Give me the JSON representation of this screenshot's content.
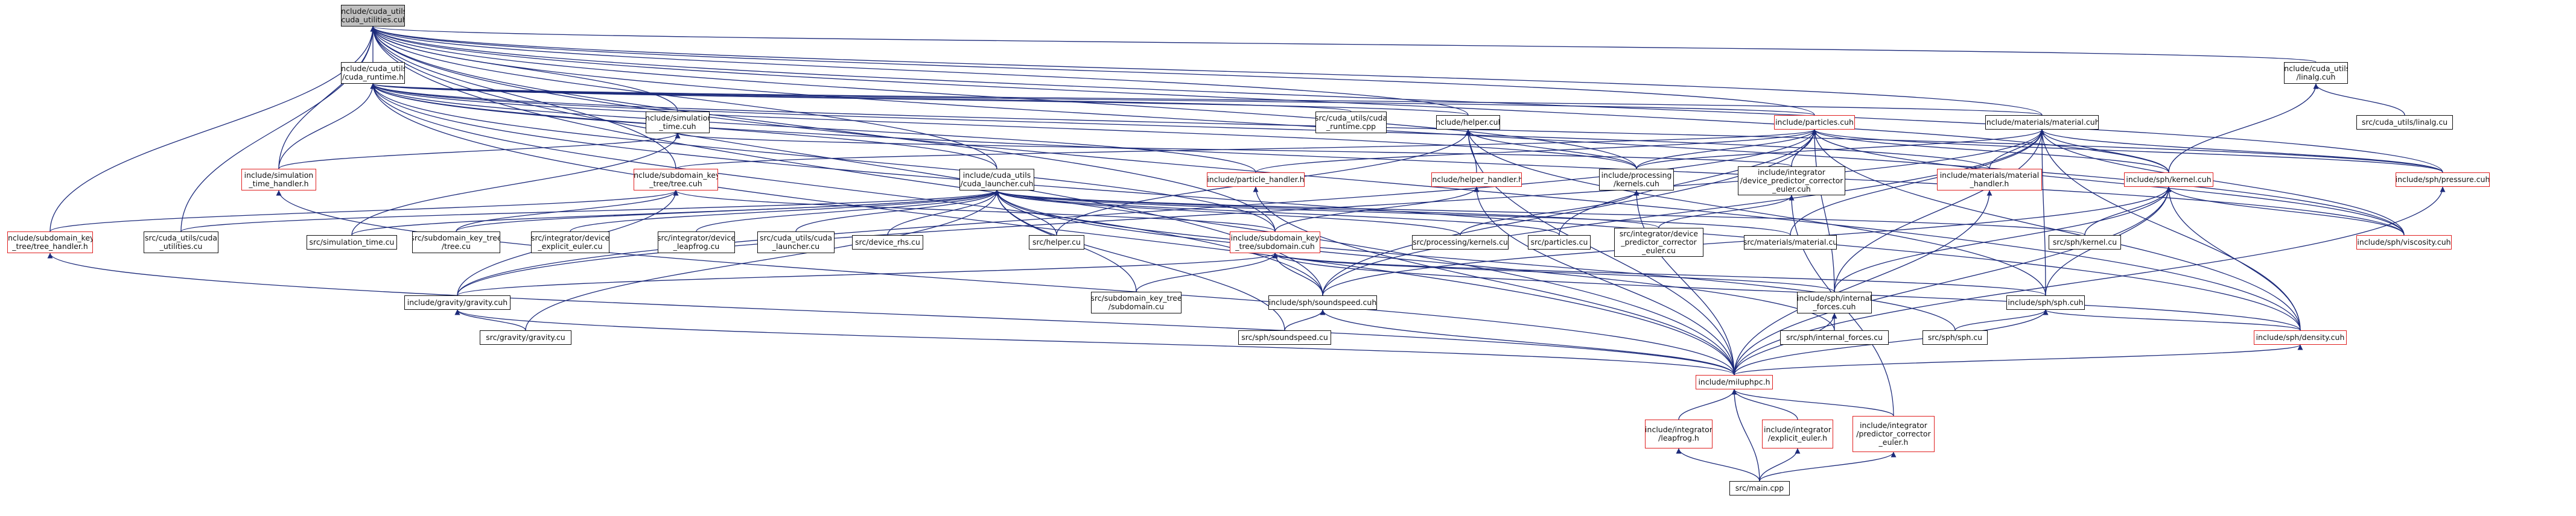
{
  "graph": {
    "edge_color": "#1c2a7a",
    "missing_node_border": "#e02020",
    "root_fill": "#bfbfbf",
    "nodes": [
      {
        "id": "root",
        "label": "include/cuda_utils\n/cuda_utilities.cuh",
        "missing": false,
        "root": true
      },
      {
        "id": "cuda_runtime",
        "label": "include/cuda_utils\n/cuda_runtime.h",
        "missing": false
      },
      {
        "id": "linalg",
        "label": "include/cuda_utils\n/linalg.cuh",
        "missing": false
      },
      {
        "id": "sim_time",
        "label": "include/simulation\n_time.cuh",
        "missing": false
      },
      {
        "id": "cuda_runtime_cpp",
        "label": "src/cuda_utils/cuda\n_runtime.cpp",
        "missing": false
      },
      {
        "id": "helper_cuh",
        "label": "include/helper.cuh",
        "missing": false
      },
      {
        "id": "particles_cuh",
        "label": "include/particles.cuh",
        "missing": true
      },
      {
        "id": "material_cuh",
        "label": "include/materials/material.cuh",
        "missing": false
      },
      {
        "id": "linalg_cu",
        "label": "src/cuda_utils/linalg.cu",
        "missing": false
      },
      {
        "id": "sim_time_handler",
        "label": "include/simulation\n_time_handler.h",
        "missing": true
      },
      {
        "id": "tree_cuh",
        "label": "include/subdomain_key\n_tree/tree.cuh",
        "missing": true
      },
      {
        "id": "cuda_launcher",
        "label": "include/cuda_utils\n/cuda_launcher.cuh",
        "missing": false
      },
      {
        "id": "particle_handler",
        "label": "include/particle_handler.h",
        "missing": true
      },
      {
        "id": "helper_handler",
        "label": "include/helper_handler.h",
        "missing": true
      },
      {
        "id": "kernels_cuh",
        "label": "include/processing\n/kernels.cuh",
        "missing": false
      },
      {
        "id": "dpc_euler",
        "label": "include/integrator\n/device_predictor_corrector\n_euler.cuh",
        "missing": false
      },
      {
        "id": "material_handler",
        "label": "include/materials/material\n_handler.h",
        "missing": true
      },
      {
        "id": "kernel_cuh",
        "label": "include/sph/kernel.cuh",
        "missing": true
      },
      {
        "id": "pressure_cuh",
        "label": "include/sph/pressure.cuh",
        "missing": true
      },
      {
        "id": "tree_handler",
        "label": "include/subdomain_key\n_tree/tree_handler.h",
        "missing": true
      },
      {
        "id": "cuda_utilities_cu",
        "label": "src/cuda_utils/cuda\n_utilities.cu",
        "missing": false
      },
      {
        "id": "simulation_time_cu",
        "label": "src/simulation_time.cu",
        "missing": false
      },
      {
        "id": "tree_cu",
        "label": "src/subdomain_key_tree\n/tree.cu",
        "missing": false
      },
      {
        "id": "explicit_euler_cu",
        "label": "src/integrator/device\n_explicit_euler.cu",
        "missing": false
      },
      {
        "id": "leapfrog_cu",
        "label": "src/integrator/device\n_leapfrog.cu",
        "missing": false
      },
      {
        "id": "cuda_launcher_cu",
        "label": "src/cuda_utils/cuda\n_launcher.cu",
        "missing": false
      },
      {
        "id": "device_rhs_cu",
        "label": "src/device_rhs.cu",
        "missing": false
      },
      {
        "id": "helper_cu",
        "label": "src/helper.cu",
        "missing": false
      },
      {
        "id": "subdomain_cuh",
        "label": "include/subdomain_key\n_tree/subdomain.cuh",
        "missing": true
      },
      {
        "id": "kernels_cu",
        "label": "src/processing/kernels.cu",
        "missing": false
      },
      {
        "id": "particles_cu",
        "label": "src/particles.cu",
        "missing": false
      },
      {
        "id": "dpc_euler_cu",
        "label": "src/integrator/device\n_predictor_corrector\n_euler.cu",
        "missing": false
      },
      {
        "id": "material_cu",
        "label": "src/materials/material.cu",
        "missing": false
      },
      {
        "id": "kernel_cu",
        "label": "src/sph/kernel.cu",
        "missing": false
      },
      {
        "id": "viscosity_cuh",
        "label": "include/sph/viscosity.cuh",
        "missing": true
      },
      {
        "id": "gravity_cuh",
        "label": "include/gravity/gravity.cuh",
        "missing": false
      },
      {
        "id": "subdomain_cu",
        "label": "src/subdomain_key_tree\n/subdomain.cu",
        "missing": false
      },
      {
        "id": "soundspeed_cuh",
        "label": "include/sph/soundspeed.cuh",
        "missing": false
      },
      {
        "id": "internal_forces_cuh",
        "label": "include/sph/internal\n_forces.cuh",
        "missing": false
      },
      {
        "id": "sph_cuh",
        "label": "include/sph/sph.cuh",
        "missing": false
      },
      {
        "id": "gravity_cu",
        "label": "src/gravity/gravity.cu",
        "missing": false
      },
      {
        "id": "soundspeed_cu",
        "label": "src/sph/soundspeed.cu",
        "missing": false
      },
      {
        "id": "internal_forces_cu",
        "label": "src/sph/internal_forces.cu",
        "missing": false
      },
      {
        "id": "sph_cu",
        "label": "src/sph/sph.cu",
        "missing": false
      },
      {
        "id": "density_cuh",
        "label": "include/sph/density.cuh",
        "missing": true
      },
      {
        "id": "miluphpc",
        "label": "include/miluphpc.h",
        "missing": true
      },
      {
        "id": "leapfrog_h",
        "label": "include/integrator\n/leapfrog.h",
        "missing": true
      },
      {
        "id": "explicit_euler_h",
        "label": "include/integrator\n/explicit_euler.h",
        "missing": true
      },
      {
        "id": "pce_h",
        "label": "include/integrator\n/predictor_corrector\n_euler.h",
        "missing": true
      },
      {
        "id": "main_cpp",
        "label": "src/main.cpp",
        "missing": false
      }
    ],
    "edges": [
      [
        "cuda_runtime",
        "root"
      ],
      [
        "linalg",
        "root"
      ],
      [
        "sim_time",
        "root"
      ],
      [
        "helper_cuh",
        "root"
      ],
      [
        "particles_cuh",
        "root"
      ],
      [
        "material_cuh",
        "root"
      ],
      [
        "sim_time_handler",
        "root"
      ],
      [
        "tree_cuh",
        "root"
      ],
      [
        "cuda_launcher",
        "root"
      ],
      [
        "kernels_cuh",
        "root"
      ],
      [
        "subdomain_cuh",
        "root"
      ],
      [
        "kernel_cuh",
        "root"
      ],
      [
        "pressure_cuh",
        "root"
      ],
      [
        "viscosity_cuh",
        "root"
      ],
      [
        "density_cuh",
        "root"
      ],
      [
        "miluphpc",
        "root"
      ],
      [
        "cuda_utilities_cu",
        "root"
      ],
      [
        "soundspeed_cuh",
        "root"
      ],
      [
        "tree_handler",
        "root"
      ],
      [
        "cuda_runtime_cpp",
        "cuda_runtime"
      ],
      [
        "helper_cuh",
        "cuda_runtime"
      ],
      [
        "particles_cuh",
        "cuda_runtime"
      ],
      [
        "material_cuh",
        "cuda_runtime"
      ],
      [
        "sim_time_handler",
        "cuda_runtime"
      ],
      [
        "cuda_launcher",
        "cuda_runtime"
      ],
      [
        "particle_handler",
        "cuda_runtime"
      ],
      [
        "kernels_cuh",
        "cuda_runtime"
      ],
      [
        "material_handler",
        "cuda_runtime"
      ],
      [
        "pressure_cuh",
        "cuda_runtime"
      ],
      [
        "viscosity_cuh",
        "cuda_runtime"
      ],
      [
        "density_cuh",
        "cuda_runtime"
      ],
      [
        "subdomain_cuh",
        "cuda_runtime"
      ],
      [
        "soundspeed_cuh",
        "cuda_runtime"
      ],
      [
        "miluphpc",
        "cuda_runtime"
      ],
      [
        "linalg_cu",
        "linalg"
      ],
      [
        "kernel_cuh",
        "linalg"
      ],
      [
        "sim_time_handler",
        "sim_time"
      ],
      [
        "simulation_time_cu",
        "sim_time"
      ],
      [
        "dpc_euler",
        "sim_time"
      ],
      [
        "helper_handler",
        "helper_cuh"
      ],
      [
        "helper_cu",
        "helper_cuh"
      ],
      [
        "kernels_cuh",
        "helper_cuh"
      ],
      [
        "sph_cuh",
        "helper_cuh"
      ],
      [
        "miluphpc",
        "helper_cuh"
      ],
      [
        "particle_handler",
        "particles_cuh"
      ],
      [
        "kernels_cuh",
        "particles_cuh"
      ],
      [
        "dpc_euler",
        "particles_cuh"
      ],
      [
        "kernel_cuh",
        "particles_cuh"
      ],
      [
        "pressure_cuh",
        "particles_cuh"
      ],
      [
        "particles_cu",
        "particles_cuh"
      ],
      [
        "gravity_cuh",
        "particles_cuh"
      ],
      [
        "soundspeed_cuh",
        "particles_cuh"
      ],
      [
        "internal_forces_cuh",
        "particles_cuh"
      ],
      [
        "density_cuh",
        "particles_cuh"
      ],
      [
        "viscosity_cuh",
        "particles_cuh"
      ],
      [
        "tree_cuh",
        "particles_cuh"
      ],
      [
        "material_handler",
        "material_cuh"
      ],
      [
        "kernel_cuh",
        "material_cuh"
      ],
      [
        "material_cu",
        "material_cuh"
      ],
      [
        "gravity_cuh",
        "material_cuh"
      ],
      [
        "soundspeed_cuh",
        "material_cuh"
      ],
      [
        "internal_forces_cuh",
        "material_cuh"
      ],
      [
        "sph_cuh",
        "material_cuh"
      ],
      [
        "density_cuh",
        "material_cuh"
      ],
      [
        "viscosity_cuh",
        "material_cuh"
      ],
      [
        "pressure_cuh",
        "material_cuh"
      ],
      [
        "kernels_cuh",
        "material_cuh"
      ],
      [
        "miluphpc",
        "sim_time_handler"
      ],
      [
        "tree_handler",
        "tree_cuh"
      ],
      [
        "tree_cu",
        "tree_cuh"
      ],
      [
        "gravity_cuh",
        "tree_cuh"
      ],
      [
        "subdomain_cuh",
        "tree_cuh"
      ],
      [
        "cuda_utilities_cu",
        "cuda_launcher"
      ],
      [
        "simulation_time_cu",
        "cuda_launcher"
      ],
      [
        "tree_cu",
        "cuda_launcher"
      ],
      [
        "explicit_euler_cu",
        "cuda_launcher"
      ],
      [
        "leapfrog_cu",
        "cuda_launcher"
      ],
      [
        "cuda_launcher_cu",
        "cuda_launcher"
      ],
      [
        "device_rhs_cu",
        "cuda_launcher"
      ],
      [
        "helper_cu",
        "cuda_launcher"
      ],
      [
        "kernels_cu",
        "cuda_launcher"
      ],
      [
        "particles_cu",
        "cuda_launcher"
      ],
      [
        "dpc_euler_cu",
        "cuda_launcher"
      ],
      [
        "material_cu",
        "cuda_launcher"
      ],
      [
        "kernel_cu",
        "cuda_launcher"
      ],
      [
        "subdomain_cu",
        "cuda_launcher"
      ],
      [
        "gravity_cu",
        "cuda_launcher"
      ],
      [
        "soundspeed_cu",
        "cuda_launcher"
      ],
      [
        "internal_forces_cu",
        "cuda_launcher"
      ],
      [
        "sph_cu",
        "cuda_launcher"
      ],
      [
        "miluphpc",
        "particle_handler"
      ],
      [
        "subdomain_cuh",
        "helper_handler"
      ],
      [
        "miluphpc",
        "helper_handler"
      ],
      [
        "kernels_cu",
        "kernels_cuh"
      ],
      [
        "miluphpc",
        "kernels_cuh"
      ],
      [
        "dpc_euler_cu",
        "dpc_euler"
      ],
      [
        "pce_h",
        "dpc_euler"
      ],
      [
        "miluphpc",
        "material_handler"
      ],
      [
        "kernel_cu",
        "kernel_cuh"
      ],
      [
        "viscosity_cuh",
        "kernel_cuh"
      ],
      [
        "soundspeed_cuh",
        "kernel_cuh"
      ],
      [
        "internal_forces_cuh",
        "kernel_cuh"
      ],
      [
        "sph_cuh",
        "kernel_cuh"
      ],
      [
        "density_cuh",
        "kernel_cuh"
      ],
      [
        "miluphpc",
        "kernel_cuh"
      ],
      [
        "miluphpc",
        "pressure_cuh"
      ],
      [
        "miluphpc",
        "tree_handler"
      ],
      [
        "gravity_cuh",
        "subdomain_cuh"
      ],
      [
        "subdomain_cu",
        "subdomain_cuh"
      ],
      [
        "soundspeed_cuh",
        "subdomain_cuh"
      ],
      [
        "internal_forces_cuh",
        "subdomain_cuh"
      ],
      [
        "sph_cuh",
        "subdomain_cuh"
      ],
      [
        "density_cuh",
        "subdomain_cuh"
      ],
      [
        "gravity_cu",
        "gravity_cuh"
      ],
      [
        "miluphpc",
        "gravity_cuh"
      ],
      [
        "soundspeed_cu",
        "soundspeed_cuh"
      ],
      [
        "miluphpc",
        "soundspeed_cuh"
      ],
      [
        "internal_forces_cu",
        "internal_forces_cuh"
      ],
      [
        "miluphpc",
        "internal_forces_cuh"
      ],
      [
        "sph_cu",
        "sph_cuh"
      ],
      [
        "density_cuh",
        "sph_cuh"
      ],
      [
        "miluphpc",
        "sph_cuh"
      ],
      [
        "miluphpc",
        "density_cuh"
      ],
      [
        "leapfrog_h",
        "miluphpc"
      ],
      [
        "explicit_euler_h",
        "miluphpc"
      ],
      [
        "pce_h",
        "miluphpc"
      ],
      [
        "main_cpp",
        "miluphpc"
      ],
      [
        "main_cpp",
        "leapfrog_h"
      ],
      [
        "main_cpp",
        "explicit_euler_h"
      ],
      [
        "main_cpp",
        "pce_h"
      ]
    ]
  }
}
